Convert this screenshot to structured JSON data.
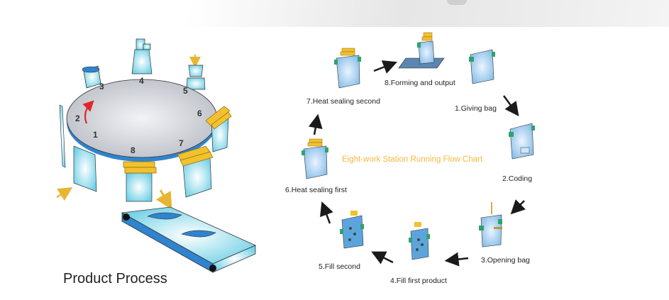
{
  "left_panel": {
    "title": "Product Process",
    "station_numbers": [
      "1",
      "2",
      "3",
      "4",
      "5",
      "6",
      "7",
      "8"
    ],
    "rotation_arrow_color": "#e0262a",
    "table_color": "#d4d6dc",
    "table_rim_color": "#2f84cf"
  },
  "right_panel": {
    "center_title": "Eight-work Station Running Flow Chart",
    "center_title_color": "#f5b942",
    "steps": [
      {
        "label": "1.Giving bag",
        "icon": "empty-bag-icon"
      },
      {
        "label": "2.Coding",
        "icon": "coded-bag-icon"
      },
      {
        "label": "3.Opening bag",
        "icon": "opening-bag-icon"
      },
      {
        "label": "4.Fill first product",
        "icon": "filling-bag-icon"
      },
      {
        "label": "5.Fill second",
        "icon": "filling-bag-icon"
      },
      {
        "label": "6.Heat sealing first",
        "icon": "heat-sealer-icon"
      },
      {
        "label": "7.Heat sealing second",
        "icon": "heat-sealer-icon"
      },
      {
        "label": "8.Forming and output",
        "icon": "output-conveyor-icon"
      }
    ]
  },
  "colors": {
    "bag_fill": "#9fd1f0",
    "clip_green": "#2fa36b",
    "sealer_yellow": "#f2c12e",
    "arrow_dark": "#1a1a1a"
  }
}
